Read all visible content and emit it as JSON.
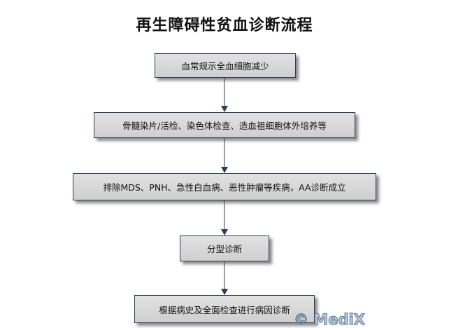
{
  "title": "再生障碍性贫血诊断流程",
  "steps": [
    "血常规示全血细胞减少",
    "骨髓染片/活检、染色体检查、造血祖细胞体外培养等",
    "排除MDS、PNH、急性白血病、恶性肿瘤等疾病，AA诊断成立",
    "分型诊断",
    "根据病史及全面检查进行病因诊断"
  ],
  "watermark": "© MediX"
}
